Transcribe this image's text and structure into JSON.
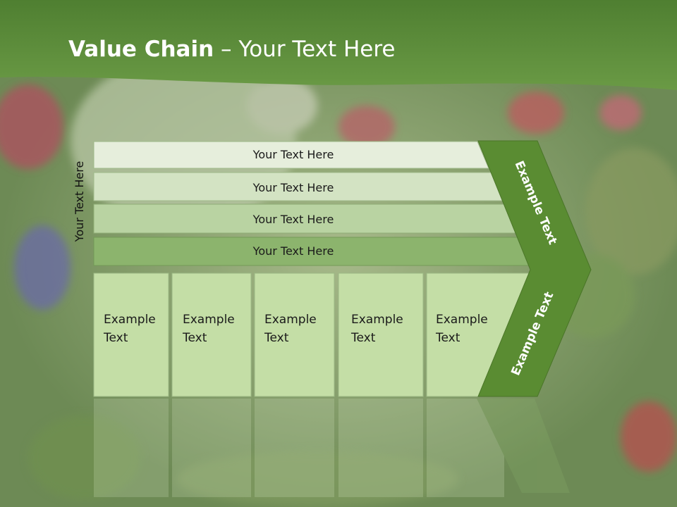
{
  "title": {
    "bold": "Value Chain",
    "rest": " – Your Text Here"
  },
  "side_label": "Your Text Here",
  "bars": [
    {
      "label": "Your Text Here"
    },
    {
      "label": "Your Text Here"
    },
    {
      "label": "Your Text Here"
    },
    {
      "label": "Your Text Here"
    }
  ],
  "boxes": [
    {
      "line1": "Example",
      "line2": "Text"
    },
    {
      "line1": "Example",
      "line2": "Text"
    },
    {
      "line1": "Example",
      "line2": "Text"
    },
    {
      "line1": "Example",
      "line2": "Text"
    },
    {
      "line1": "Example",
      "line2": "Text"
    }
  ],
  "chevron": {
    "upper": "Example Text",
    "lower": "Example Text"
  },
  "colors": {
    "header": "#5e8e3c",
    "bar1": "#e6eedc",
    "bar2": "#d3e3c3",
    "bar3": "#b9d3a2",
    "bar4": "#8cb46d",
    "box": "#c4dea6",
    "chevron": "#5a8c32"
  }
}
